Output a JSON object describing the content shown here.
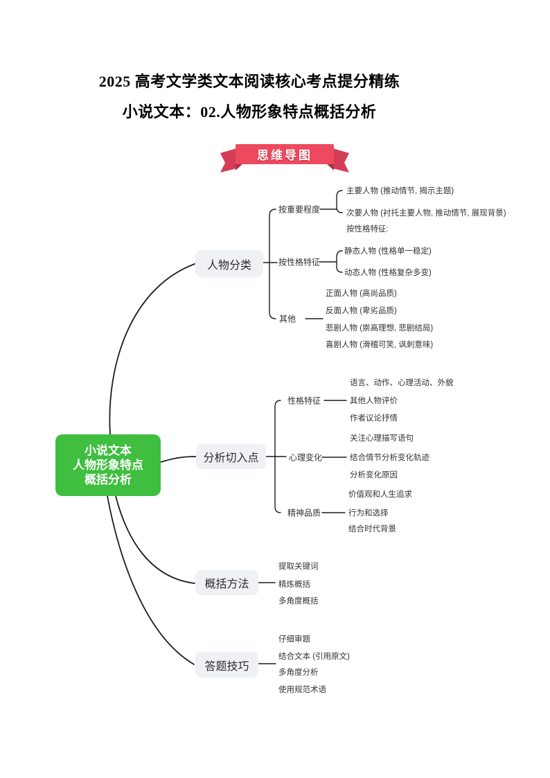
{
  "document": {
    "title": "2025 高考文学类文本阅读核心考点提分精练",
    "subtitle": "小说文本：02.人物形象特点概括分析"
  },
  "banner": {
    "label": "思维导图"
  },
  "mindmap": {
    "root": {
      "line1": "小说文本",
      "line2": "人物形象特点",
      "line3": "概括分析"
    },
    "b1": {
      "label": "人物分类",
      "s1": {
        "label": "按重要程度",
        "l1": "主要人物 (推动情节, 揭示主题)",
        "l2": "次要人物 (衬托主要人物, 推动情节, 展现背景)",
        "l3": "按性格特征:"
      },
      "s2": {
        "label": "按性格特征",
        "l1": "静态人物 (性格单一稳定)",
        "l2": "动态人物 (性格复杂多变)"
      },
      "s3": {
        "label": "其他",
        "l1": "正面人物 (高尚品质)",
        "l2": "反面人物 (卑劣品质)",
        "l3": "悲剧人物 (崇高理想, 悲剧结局)",
        "l4": "喜剧人物 (滑稽可笑, 讽刺意味)"
      }
    },
    "b2": {
      "label": "分析切入点",
      "s1": {
        "label": "性格特征",
        "l1": "语言、动作、心理活动、外貌",
        "l2": "其他人物评价",
        "l3": "作者议论抒情"
      },
      "s2": {
        "label": "心理变化",
        "l1": "关注心理描写语句",
        "l2": "结合情节分析变化轨迹",
        "l3": "分析变化原因"
      },
      "s3": {
        "label": "精神品质",
        "l1": "价值观和人生追求",
        "l2": "行为和选择",
        "l3": "结合时代背景"
      }
    },
    "b3": {
      "label": "概括方法",
      "l1": "提取关键词",
      "l2": "精炼概括",
      "l3": "多角度概括"
    },
    "b4": {
      "label": "答题技巧",
      "l1": "仔细审题",
      "l2": "结合文本 (引用原文)",
      "l3": "多角度分析",
      "l4": "使用规范术语"
    }
  },
  "colors": {
    "root_bg": "#3fbe3f",
    "banner_red": "#ee4a5f",
    "banner_dark": "#d53c55",
    "node_bg": "#eff1f4",
    "line": "#1c1c1c"
  }
}
